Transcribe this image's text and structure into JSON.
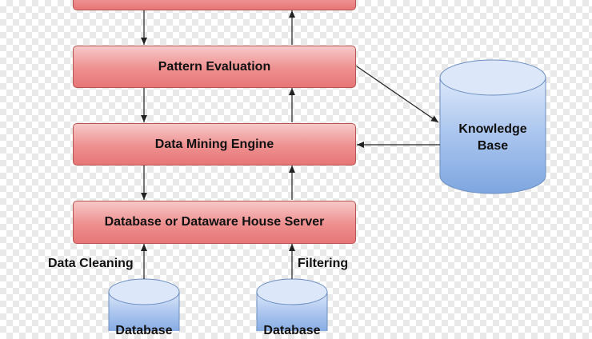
{
  "boxes": {
    "top": "",
    "pattern_evaluation": "Pattern Evaluation",
    "data_mining_engine": "Data Mining Engine",
    "database_server": "Database or Dataware House Server"
  },
  "labels": {
    "data_cleaning": "Data Cleaning",
    "filtering": "Filtering"
  },
  "knowledge_base": {
    "line1": "Knowledge",
    "line2": "Base"
  },
  "sources": {
    "left": "Database",
    "right": "Database"
  },
  "colors": {
    "box_fill": "#ee8f8f",
    "box_border": "#b85450",
    "cylinder_fill": "#7ea6e0",
    "cylinder_border": "#6c8ebf"
  }
}
